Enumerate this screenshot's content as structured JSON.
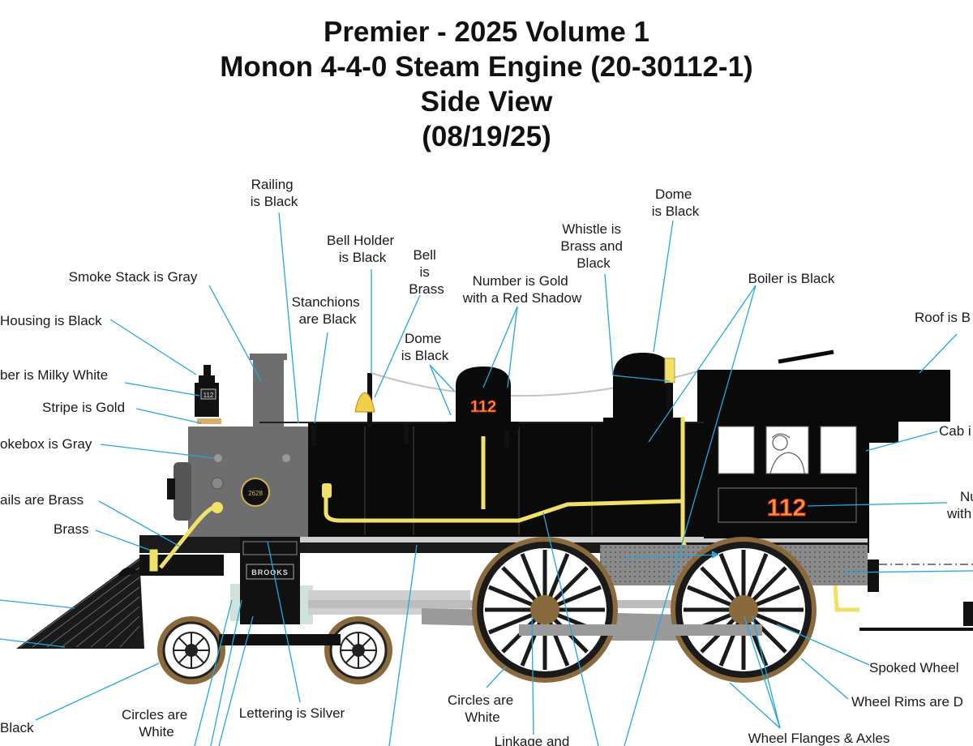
{
  "title": {
    "line1": "Premier - 2025 Volume 1",
    "line2": "Monon 4-4-0 Steam Engine (20-30112-1)",
    "line3": "Side View",
    "line4": "(08/19/25)"
  },
  "labels": {
    "railing": [
      "Railing",
      "is Black"
    ],
    "dome_right": [
      "Dome",
      "is Black"
    ],
    "whistle": [
      "Whistle is",
      "Brass and",
      "Black"
    ],
    "bell_holder": [
      "Bell Holder",
      "is Black"
    ],
    "bell": [
      "Bell",
      "is",
      "Brass"
    ],
    "number_gold": [
      "Number is Gold",
      "with a Red Shadow"
    ],
    "smoke_stack": "Smoke Stack is Gray",
    "stanchions": [
      "Stanchions",
      "are Black"
    ],
    "dome_left": [
      "Dome",
      "is Black"
    ],
    "boiler": "Boiler is Black",
    "roof": "Roof is B",
    "housing": "Housing is Black",
    "number_milky": "ber is Milky White",
    "stripe": "Stripe is Gold",
    "smokebox": "okebox is Gray",
    "cab": "Cab i",
    "cab_number": [
      "Nu",
      "with"
    ],
    "rails_brass": "ails are Brass",
    "brass": "Brass",
    "black_bottom_left": "Black",
    "circles_left": [
      "Circles are",
      "White"
    ],
    "lettering": "Lettering is Silver",
    "circles_right": [
      "Circles are",
      "White"
    ],
    "linkage": "Linkage and",
    "spoked_wheel": "Spoked Wheel",
    "wheel_rims": "Wheel Rims are D",
    "wheel_flanges": "Wheel Flanges & Axles"
  },
  "engine": {
    "number": "112",
    "headlight_number": "112",
    "builder_plate": "BROOKS",
    "herald_number": "2628"
  },
  "colors": {
    "leader_line": "#22a7e0",
    "boiler": "#0a0a0a",
    "smokebox": "#6e6e6e",
    "brass": "#f1e169",
    "number_fill": "#f39a3a",
    "number_shadow": "#c8201e",
    "wheel_rim": "#8a6a3c"
  }
}
